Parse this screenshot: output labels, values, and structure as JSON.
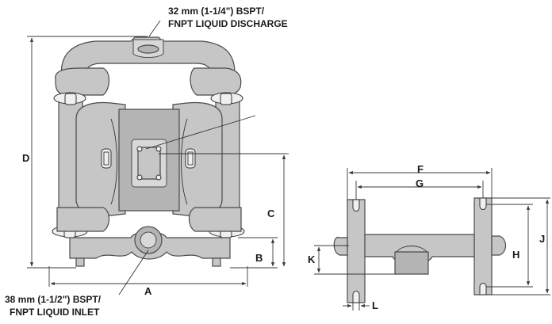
{
  "callouts": {
    "discharge_line1": "32 mm (1-1/4\") BSPT/",
    "discharge_line2": "FNPT LIQUID DISCHARGE",
    "inlet_line1": "38 mm (1-1/2\") BSPT/",
    "inlet_line2": "FNPT LIQUID INLET"
  },
  "dimensions": {
    "A": "A",
    "B": "B",
    "C": "C",
    "D": "D",
    "F": "F",
    "G": "G",
    "H": "H",
    "J": "J",
    "K": "K",
    "L": "L"
  },
  "colors": {
    "body": "#c6c6c6",
    "outline": "#4a4a4a",
    "dimension_line": "#3a3a3a"
  }
}
